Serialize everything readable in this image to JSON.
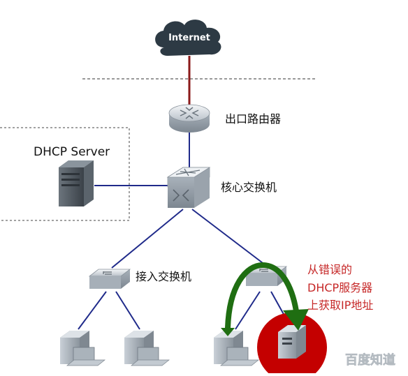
{
  "diagram": {
    "internet_label": "Internet",
    "dhcp_server_label": "DHCP Server",
    "exit_router_label": "出口路由器",
    "core_switch_label": "核心交换机",
    "access_switch_label": "接入交换机",
    "annotation_lines": [
      "从错误的",
      "DHCP服务器",
      "上获取IP地址"
    ],
    "watermark": "百度知道"
  },
  "colors": {
    "uplink": "#8b1a1a",
    "link": "#1f2a8a",
    "arrow": "#1f6e12",
    "annotation_text": "#c62828",
    "rogue_circle": "#c40000",
    "cloud": "#2d3a44"
  }
}
